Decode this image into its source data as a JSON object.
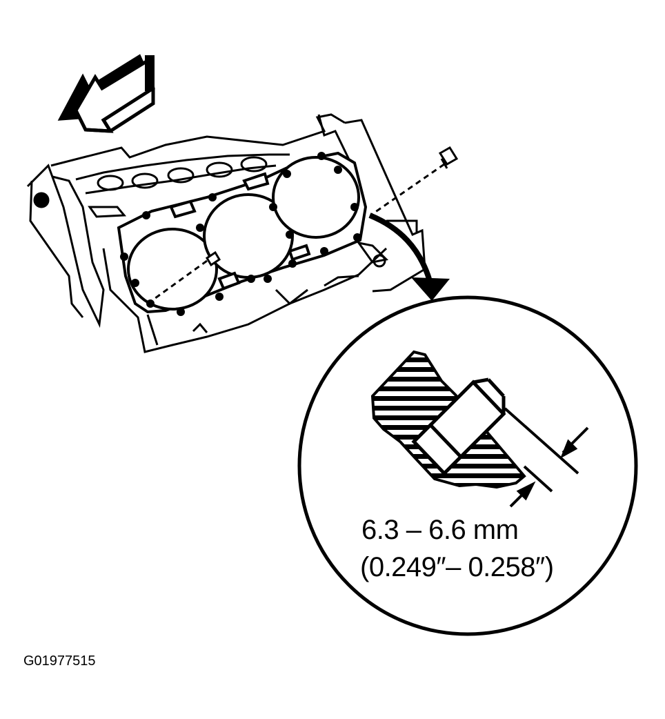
{
  "figure": {
    "dimension_metric": "6.3 – 6.6 mm",
    "dimension_imperial": "(0.249″– 0.258″)",
    "figure_id": "G01977515"
  },
  "icons": {
    "direction_arrow": "front-direction-arrow-icon",
    "detail_arrow": "callout-arrow-icon"
  },
  "colors": {
    "ink": "#000000",
    "paper": "#ffffff"
  }
}
